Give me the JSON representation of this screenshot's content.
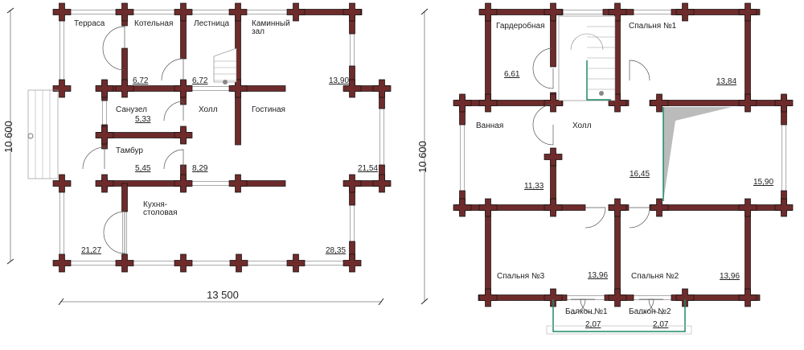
{
  "colors": {
    "wall": "#6e2b2b",
    "railing": "#1f8a6a"
  },
  "ground_floor": {
    "labels": [
      "Терраса",
      "Котельная",
      "Лестница",
      "Каминный",
      "зал",
      "Санузел",
      "Холл",
      "Гостиная",
      "Тамбур",
      "Кухня-",
      "столовая"
    ],
    "areas": [
      "6,72",
      "6,72",
      "13,90",
      "5,33",
      "5,45",
      "8,29",
      "21,54",
      "21,27",
      "28,35"
    ],
    "dim_height": "10 600",
    "dim_width": "13 500"
  },
  "upper_floor": {
    "labels": [
      "Гардеробная",
      "Спальня №1",
      "Ванная",
      "Холл",
      "Спальня №3",
      "Спальня №2",
      "Балкон №1",
      "Балкон №2"
    ],
    "areas": [
      "6,61",
      "13,84",
      "11,33",
      "16,45",
      "15,90",
      "13,96",
      "13,96",
      "2,07",
      "2,07"
    ],
    "dim_height": "10 600"
  }
}
